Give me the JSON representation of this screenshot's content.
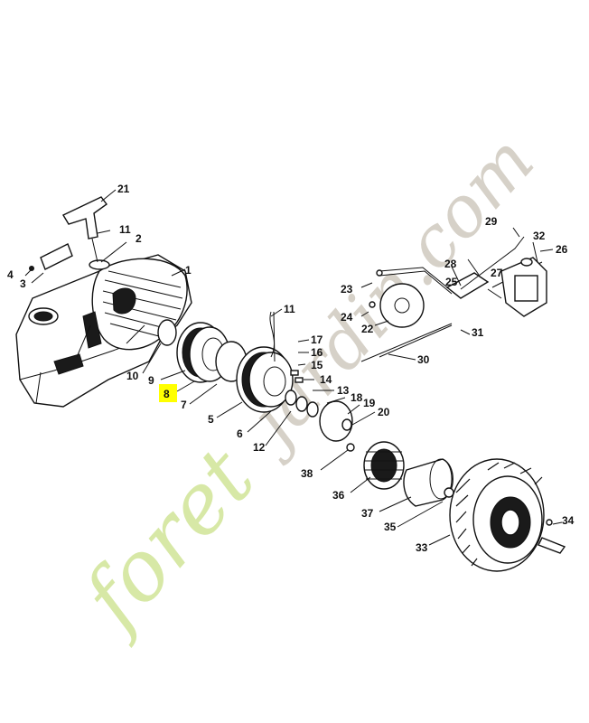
{
  "watermark": {
    "left": "foret",
    "right": "jardin.com",
    "left_color": "#d7e8a6",
    "accent_color": "#f4d08f",
    "right_color": "#d6d1c8"
  },
  "highlight_color": "#ffff00",
  "callouts": [
    {
      "id": "c1",
      "text": "1"
    },
    {
      "id": "c2",
      "text": "2"
    },
    {
      "id": "c3",
      "text": "3"
    },
    {
      "id": "c4",
      "text": "4"
    },
    {
      "id": "c5",
      "text": "5"
    },
    {
      "id": "c6",
      "text": "6"
    },
    {
      "id": "c7",
      "text": "7"
    },
    {
      "id": "c8",
      "text": "8",
      "highlighted": true
    },
    {
      "id": "c9",
      "text": "9"
    },
    {
      "id": "c10",
      "text": "10"
    },
    {
      "id": "c11a",
      "text": "11"
    },
    {
      "id": "c11b",
      "text": "11"
    },
    {
      "id": "c12",
      "text": "12"
    },
    {
      "id": "c13",
      "text": "13"
    },
    {
      "id": "c14",
      "text": "14"
    },
    {
      "id": "c15",
      "text": "15"
    },
    {
      "id": "c16",
      "text": "16"
    },
    {
      "id": "c17",
      "text": "17"
    },
    {
      "id": "c18",
      "text": "18"
    },
    {
      "id": "c19",
      "text": "19"
    },
    {
      "id": "c20",
      "text": "20"
    },
    {
      "id": "c21",
      "text": "21"
    },
    {
      "id": "c22",
      "text": "22"
    },
    {
      "id": "c23",
      "text": "23"
    },
    {
      "id": "c24",
      "text": "24"
    },
    {
      "id": "c25",
      "text": "25"
    },
    {
      "id": "c26",
      "text": "26"
    },
    {
      "id": "c27",
      "text": "27"
    },
    {
      "id": "c28",
      "text": "28"
    },
    {
      "id": "c29",
      "text": "29"
    },
    {
      "id": "c30",
      "text": "30"
    },
    {
      "id": "c31",
      "text": "31"
    },
    {
      "id": "c32",
      "text": "32"
    },
    {
      "id": "c33",
      "text": "33"
    },
    {
      "id": "c34",
      "text": "34"
    },
    {
      "id": "c35",
      "text": "35"
    },
    {
      "id": "c36",
      "text": "36"
    },
    {
      "id": "c37",
      "text": "37"
    },
    {
      "id": "c38",
      "text": "38"
    }
  ]
}
